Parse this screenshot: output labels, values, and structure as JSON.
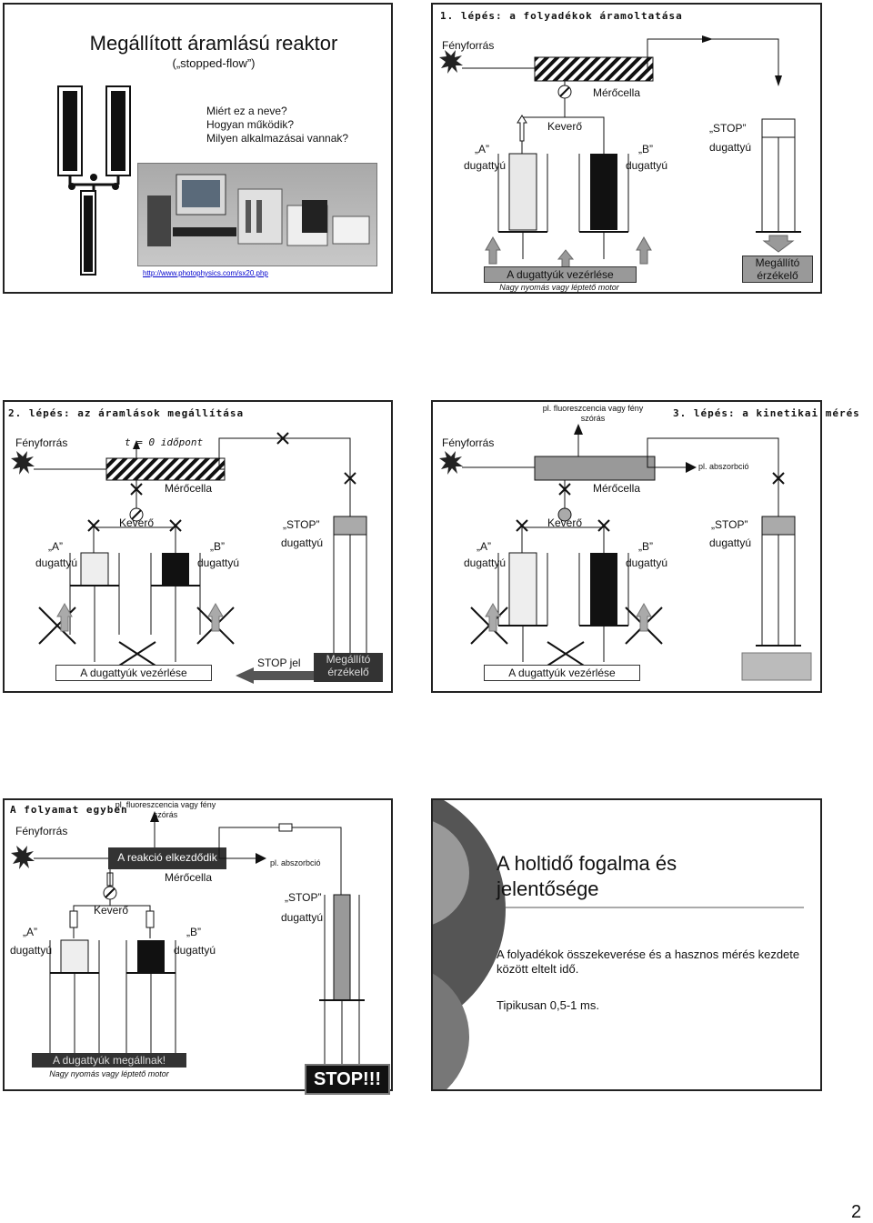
{
  "slide1": {
    "title": "Megállított áramlású reaktor",
    "subtitle": "(„stopped-flow”)",
    "questions": [
      "Miért ez a neve?",
      "Hogyan működik?",
      "Milyen alkalmazásai vannak?"
    ],
    "url": "http://www.photophysics.com/sx20.php"
  },
  "slide2": {
    "heading": "1. lépés: a folyadékok áramoltatása",
    "light_source": "Fényforrás",
    "cell": "Mérőcella",
    "mixer": "Keverő",
    "syringe_a": "„A”",
    "syringe_b": "„B”",
    "syringe_word": "dugattyú",
    "stop_syringe": "„STOP”",
    "control": "A dugattyúk vezérlése",
    "motor": "Nagy nyomás vagy léptető motor",
    "stop_detector": "Megállító érzékelő"
  },
  "slide3": {
    "heading": "2. lépés: az áramlások megállítása",
    "light_source": "Fényforrás",
    "time_zero": "t = 0 időpont",
    "cell": "Mérőcella",
    "mixer": "Keverő",
    "syringe_a": "„A”",
    "syringe_b": "„B”",
    "syringe_word": "dugattyú",
    "stop_syringe": "„STOP”",
    "control": "A dugattyúk vezérlése",
    "stop_signal": "STOP jel",
    "stop_detector": "Megállító érzékelő"
  },
  "slide4": {
    "heading": "3. lépés: a kinetikai mérés",
    "fluorescence": "pl. fluoreszcencia vagy fény szórás",
    "absorption": "pl. abszorbció",
    "light_source": "Fényforrás",
    "cell": "Mérőcella",
    "mixer": "Keverő",
    "syringe_a": "„A”",
    "syringe_b": "„B”",
    "syringe_word": "dugattyú",
    "stop_syringe": "„STOP”",
    "control": "A dugattyúk vezérlése"
  },
  "slide5": {
    "heading": "A folyamat egyben",
    "fluorescence": "pl. fluoreszcencia vagy fény szórás",
    "light_source": "Fényforrás",
    "reaction_start": "A reakció elkezdődik",
    "absorption": "pl. abszorbció",
    "cell": "Mérőcella",
    "stop_syringe": "„STOP”",
    "mixer": "Keverő",
    "syringe_a": "„A”",
    "syringe_b": "„B”",
    "syringe_word": "dugattyú",
    "pistons_stop": "A dugattyúk megállnak!",
    "motor": "Nagy nyomás vagy léptető motor",
    "stop_big": "STOP!!!"
  },
  "slide6": {
    "title": "A holtidő fogalma és jelentősége",
    "body": "A folyadékok összekeverése és a hasznos mérés kezdete között eltelt idő.",
    "typical": "Tipikusan 0,5-1 ms."
  },
  "page_number": "2"
}
